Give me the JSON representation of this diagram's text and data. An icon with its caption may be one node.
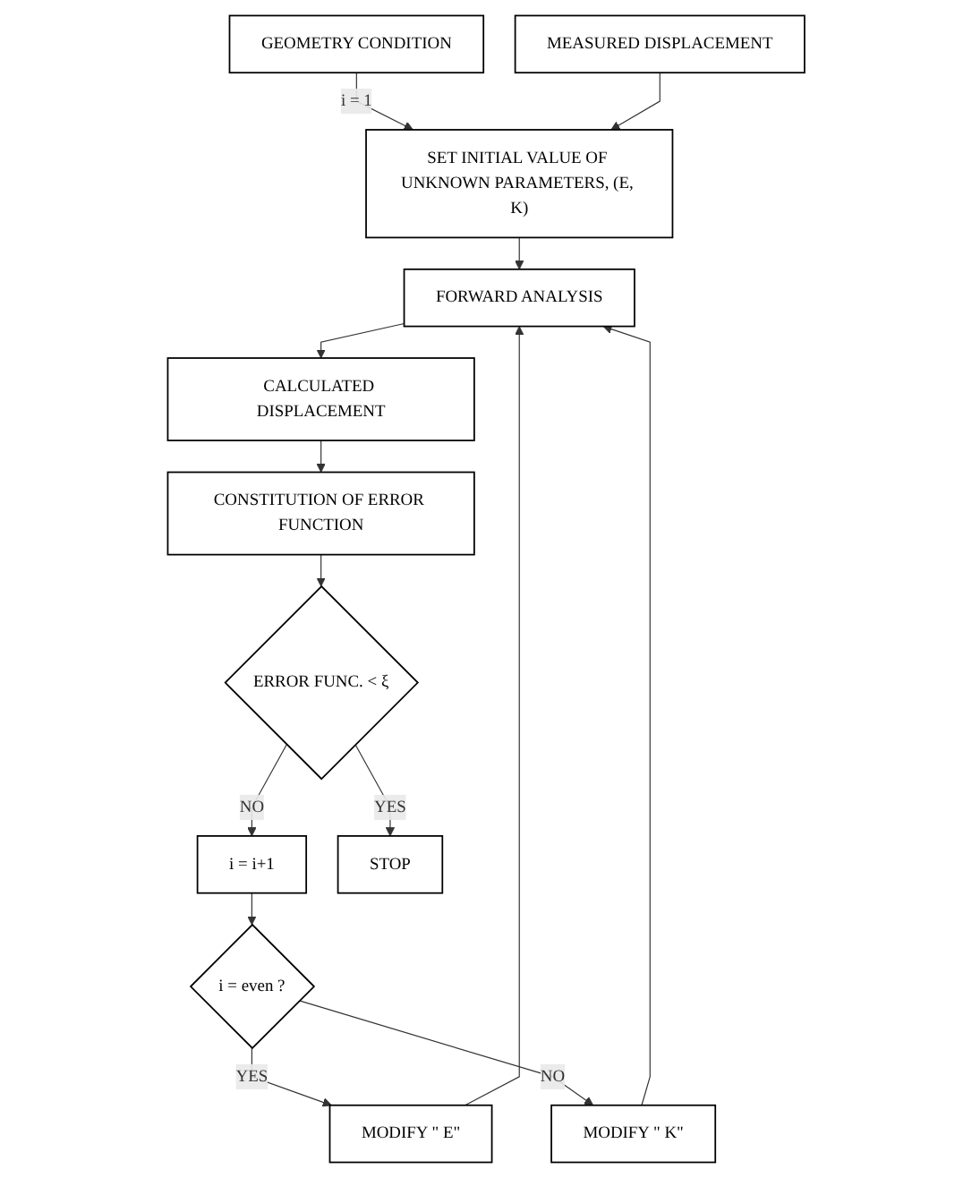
{
  "diagram": {
    "nodes": [
      {
        "text": [
          "GEOMETRY CONDITION"
        ]
      },
      {
        "text": [
          "MEASURED DISPLACEMENT"
        ]
      },
      {
        "text": [
          "SET INITIAL VALUE OF UNKNOWN PARAMETERS, (E, K)"
        ]
      },
      {
        "text": [
          "FORWARD ANALYSIS"
        ]
      },
      {
        "text": [
          "CALCULATED DISPLACEMENT"
        ]
      },
      {
        "text": [
          "CONSTITUTION OF ERROR FUNCTION"
        ]
      },
      {
        "text": [
          "ERROR FUNC. < ξ"
        ]
      },
      {
        "text": [
          "i = i+1"
        ]
      },
      {
        "text": [
          "i = even ?"
        ]
      },
      {
        "text": [
          "MODIFY \" E\""
        ]
      },
      {
        "text": [
          "MODIFY \" K\""
        ]
      },
      {
        "text": [
          "STOP"
        ]
      }
    ],
    "edges": [
      {
        "from": 0,
        "to": 2,
        "arrow": "to",
        "label": "i = 1"
      },
      {
        "from": 1,
        "to": 2,
        "arrow": "to"
      },
      {
        "from": 2,
        "to": 3,
        "arrow": "to"
      },
      {
        "from": 3,
        "to": 4,
        "arrow": "to"
      },
      {
        "from": 4,
        "to": 5,
        "arrow": "to"
      },
      {
        "from": 5,
        "to": 6,
        "arrow": "to"
      },
      {
        "from": 6,
        "to": 11,
        "arrow": "to",
        "label": "YES"
      },
      {
        "from": 6,
        "to": 7,
        "arrow": "to",
        "label": "NO"
      },
      {
        "from": 7,
        "to": 8,
        "arrow": "to"
      },
      {
        "from": 8,
        "to": 9,
        "arrow": "to",
        "label": "YES"
      },
      {
        "from": 8,
        "to": 10,
        "arrow": "to",
        "label": "NO"
      },
      {
        "from": 9,
        "to": 3,
        "arrow": "to"
      },
      {
        "from": 10,
        "to": 3,
        "arrow": "to"
      }
    ]
  }
}
